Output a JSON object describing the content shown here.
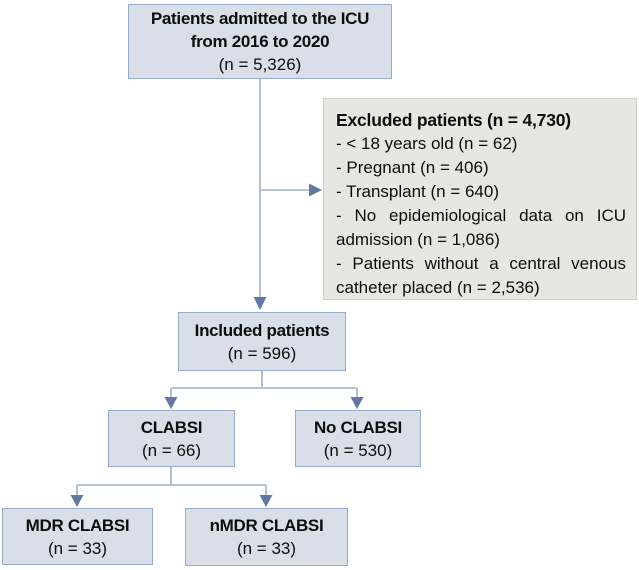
{
  "flowchart": {
    "top_box": {
      "title_line1": "Patients admitted to the ICU",
      "title_line2": "from 2016 to 2020",
      "count": "(n = 5,326)"
    },
    "excluded_box": {
      "title": "Excluded patients (n = 4,730)",
      "items": [
        "- < 18 years old (n = 62)",
        "- Pregnant (n = 406)",
        "- Transplant (n = 640)",
        "- No epidemiological data on ICU admission (n = 1,086)",
        "- Patients without a central venous catheter placed (n = 2,536)"
      ]
    },
    "included_box": {
      "title": "Included patients",
      "count": "(n = 596)"
    },
    "clabsi_box": {
      "title": "CLABSI",
      "count": "(n = 66)"
    },
    "no_clabsi_box": {
      "title": "No CLABSI",
      "count": "(n = 530)"
    },
    "mdr_box": {
      "title": "MDR CLABSI",
      "count": "(n = 33)"
    },
    "nmdr_box": {
      "title": "nMDR CLABSI",
      "count": "(n = 33)"
    },
    "colors": {
      "box_fill": "#d8dfe8",
      "box_border": "#96abc6",
      "excluded_fill": "#e6e6e2",
      "excluded_border": "#d2d2cd",
      "line": "#9fb0c9",
      "arrow": "#64799f",
      "text": "#0d0d0d"
    }
  }
}
